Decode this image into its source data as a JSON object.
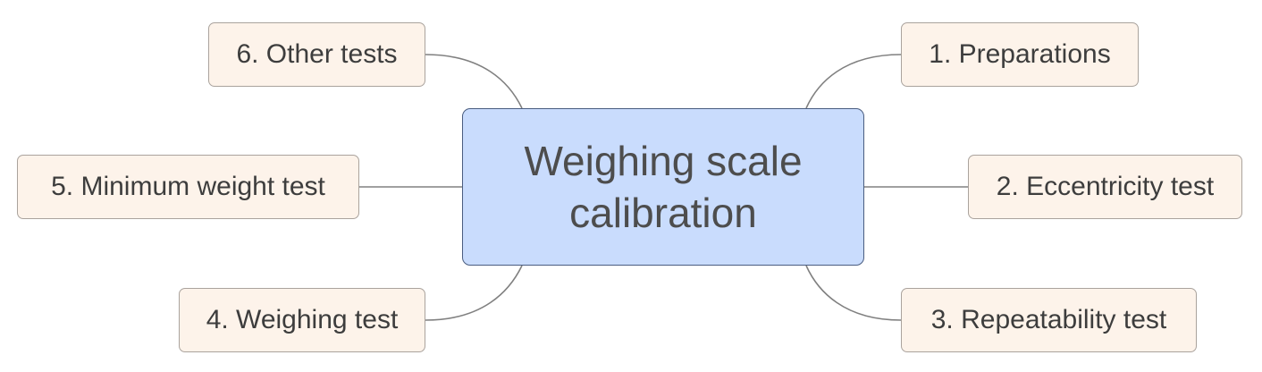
{
  "central_topic": {
    "label": "Weighing scale\ncalibration",
    "fill_color": "#c9dcfd",
    "border_color": "#4a5d80"
  },
  "topics": [
    {
      "label": "1. Preparations"
    },
    {
      "label": "2. Eccentricity test"
    },
    {
      "label": "3. Repeatability test"
    },
    {
      "label": "4. Weighing test"
    },
    {
      "label": "5. Minimum weight test"
    },
    {
      "label": "6. Other tests"
    }
  ],
  "style": {
    "topic_fill_color": "#fdf3ea",
    "topic_border_color": "#aaa39d",
    "connector_color": "#808080"
  }
}
